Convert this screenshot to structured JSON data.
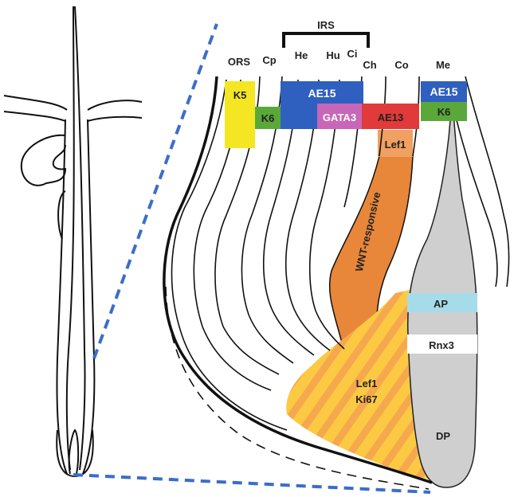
{
  "layers": {
    "ors": "ORS",
    "cp": "Cp",
    "he": "He",
    "hu": "Hu",
    "ci": "Ci",
    "ch": "Ch",
    "co": "Co",
    "me": "Me",
    "irs": "IRS"
  },
  "markers": {
    "k5": "K5",
    "k6_left": "K6",
    "ae15_left": "AE15",
    "gata3": "GATA3",
    "ae13": "AE13",
    "lef1_top": "Lef1",
    "ae15_right": "AE15",
    "k6_right": "K6",
    "wnt": "WNT-responsive",
    "ap": "AP",
    "rnx3": "Rnx3",
    "lef1_matrix": "Lef1",
    "ki67": "Ki67",
    "dp": "DP"
  },
  "colors": {
    "k5": "#f4e622",
    "k6": "#5aa83a",
    "ae15": "#2f5fbf",
    "gata3": "#c866b8",
    "ae13": "#e03a3a",
    "lef1": "#f0a060",
    "wnt": "#e8863a",
    "ap": "#a6dcea",
    "dp": "#cfcfcf",
    "matrix_light": "#fbc93d",
    "matrix_dark": "#f5a64a",
    "dash_blue": "#3b6ec8"
  }
}
